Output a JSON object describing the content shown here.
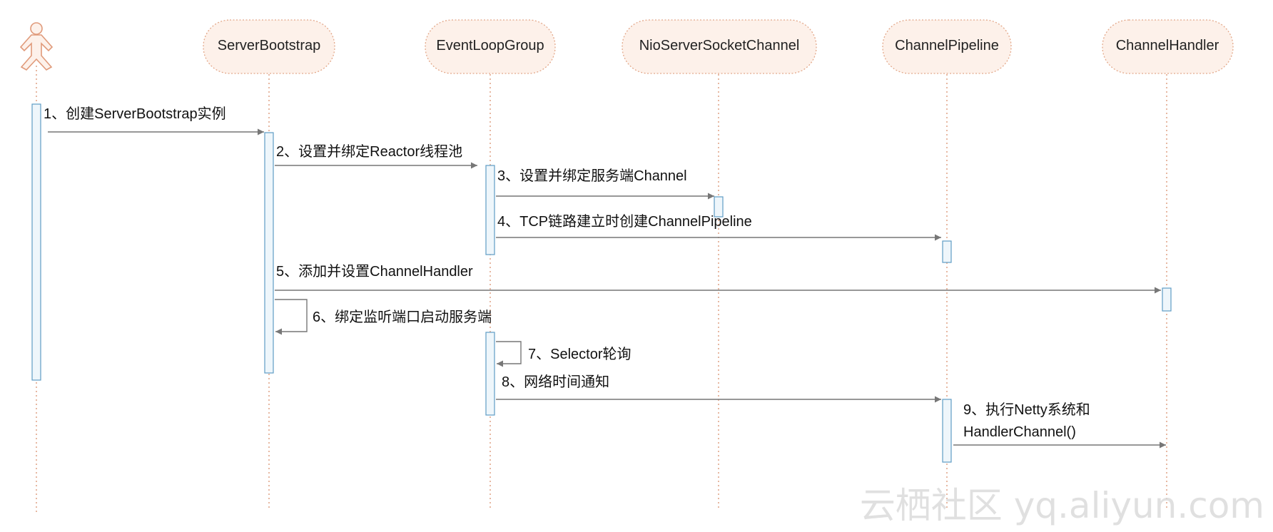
{
  "actor": {
    "icon": "stick-figure-actor"
  },
  "participants": [
    {
      "id": "server-bootstrap",
      "label": "ServerBootstrap"
    },
    {
      "id": "event-loop-group",
      "label": "EventLoopGroup"
    },
    {
      "id": "nio-server-socket-channel",
      "label": "NioServerSocketChannel"
    },
    {
      "id": "channel-pipeline",
      "label": "ChannelPipeline"
    },
    {
      "id": "channel-handler",
      "label": "ChannelHandler"
    }
  ],
  "messages": [
    {
      "id": "msg-1",
      "label": "1、创建ServerBootstrap实例",
      "from": "actor",
      "to": "server-bootstrap"
    },
    {
      "id": "msg-2",
      "label": "2、设置并绑定Reactor线程池",
      "from": "server-bootstrap",
      "to": "event-loop-group"
    },
    {
      "id": "msg-3",
      "label": "3、设置并绑定服务端Channel",
      "from": "event-loop-group",
      "to": "nio-server-socket-channel"
    },
    {
      "id": "msg-4",
      "label": "4、TCP链路建立时创建ChannelPipeline",
      "from": "event-loop-group",
      "to": "channel-pipeline"
    },
    {
      "id": "msg-5",
      "label": "5、添加并设置ChannelHandler",
      "from": "server-bootstrap",
      "to": "channel-handler"
    },
    {
      "id": "msg-6",
      "label": "6、绑定监听端口启动服务端",
      "from": "server-bootstrap",
      "to": "server-bootstrap"
    },
    {
      "id": "msg-7",
      "label": "7、Selector轮询",
      "from": "event-loop-group",
      "to": "event-loop-group"
    },
    {
      "id": "msg-8",
      "label": "8、网络时间通知",
      "from": "event-loop-group",
      "to": "channel-pipeline"
    },
    {
      "id": "msg-9",
      "label_lines": [
        "9、执行Netty系统和",
        "HandlerChannel()"
      ],
      "from": "channel-pipeline",
      "to": "channel-handler"
    }
  ],
  "watermark": "云栖社区 yq.aliyun.com"
}
